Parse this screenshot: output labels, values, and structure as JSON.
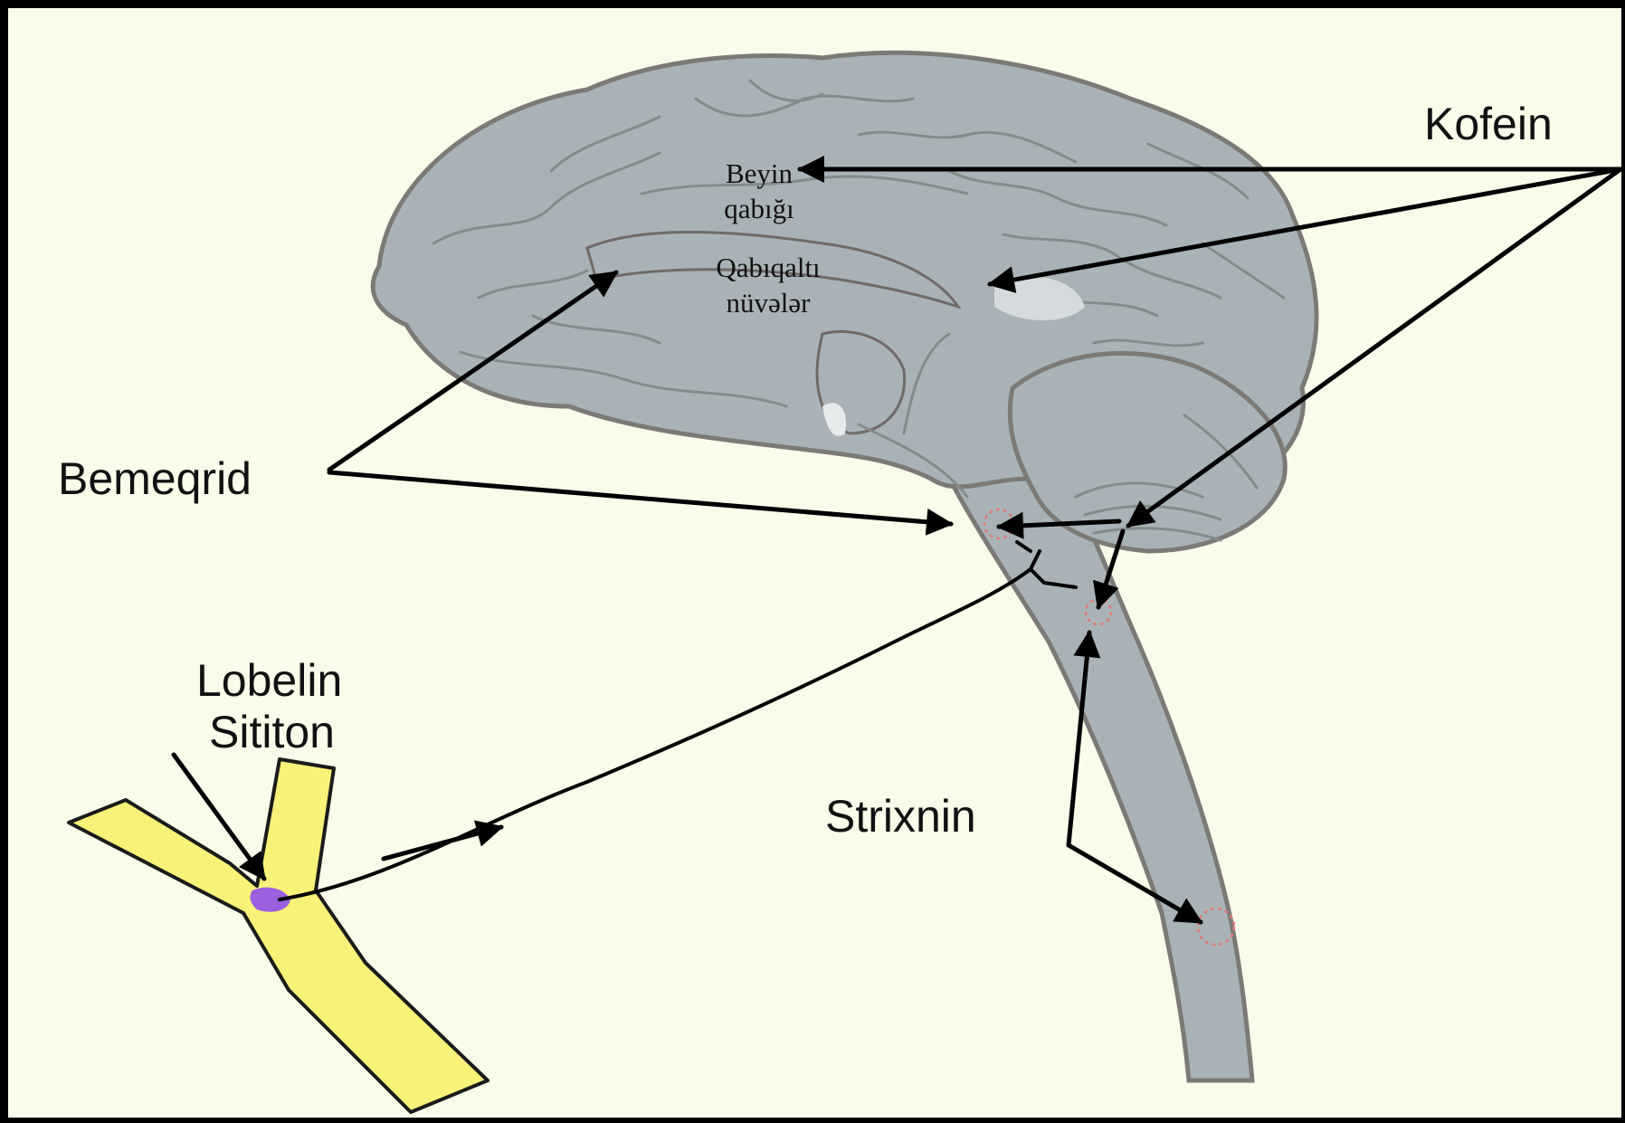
{
  "labels": {
    "kofein": "Kofein",
    "bemeqrid": "Bemeqrid",
    "lobelin": "Lobelin",
    "sititon": "Sititon",
    "strixnin": "Strixnin",
    "beyin_line1": "Beyin",
    "beyin_line2": "qabığı",
    "qabiqalti_line1": "Qabıqaltı",
    "qabiqalti_line2": "nüvələr"
  },
  "colors": {
    "background": "#fafcea",
    "brain": "#a9b3b7",
    "carotid": "#f8f278",
    "action_site": "#e07a7a",
    "chemoreceptor": "#9b5fe0"
  }
}
